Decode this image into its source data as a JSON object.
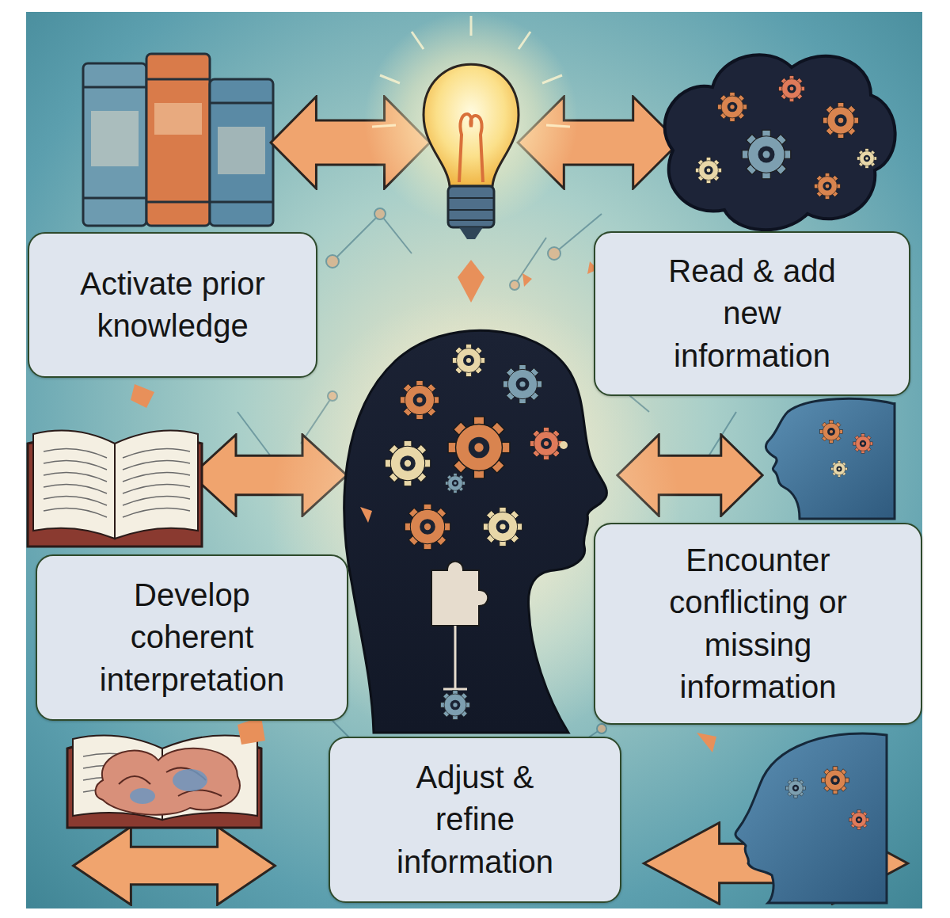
{
  "diagram": {
    "nodes": [
      {
        "text": [
          "Activate prior knowledge"
        ]
      },
      {
        "text": [
          "Read & add new information"
        ]
      },
      {
        "text": [
          "Develop coherent interpretation"
        ]
      },
      {
        "text": [
          "Encounter conflicting or missing information"
        ]
      },
      {
        "text": [
          "Adjust & refine information"
        ]
      }
    ]
  }
}
